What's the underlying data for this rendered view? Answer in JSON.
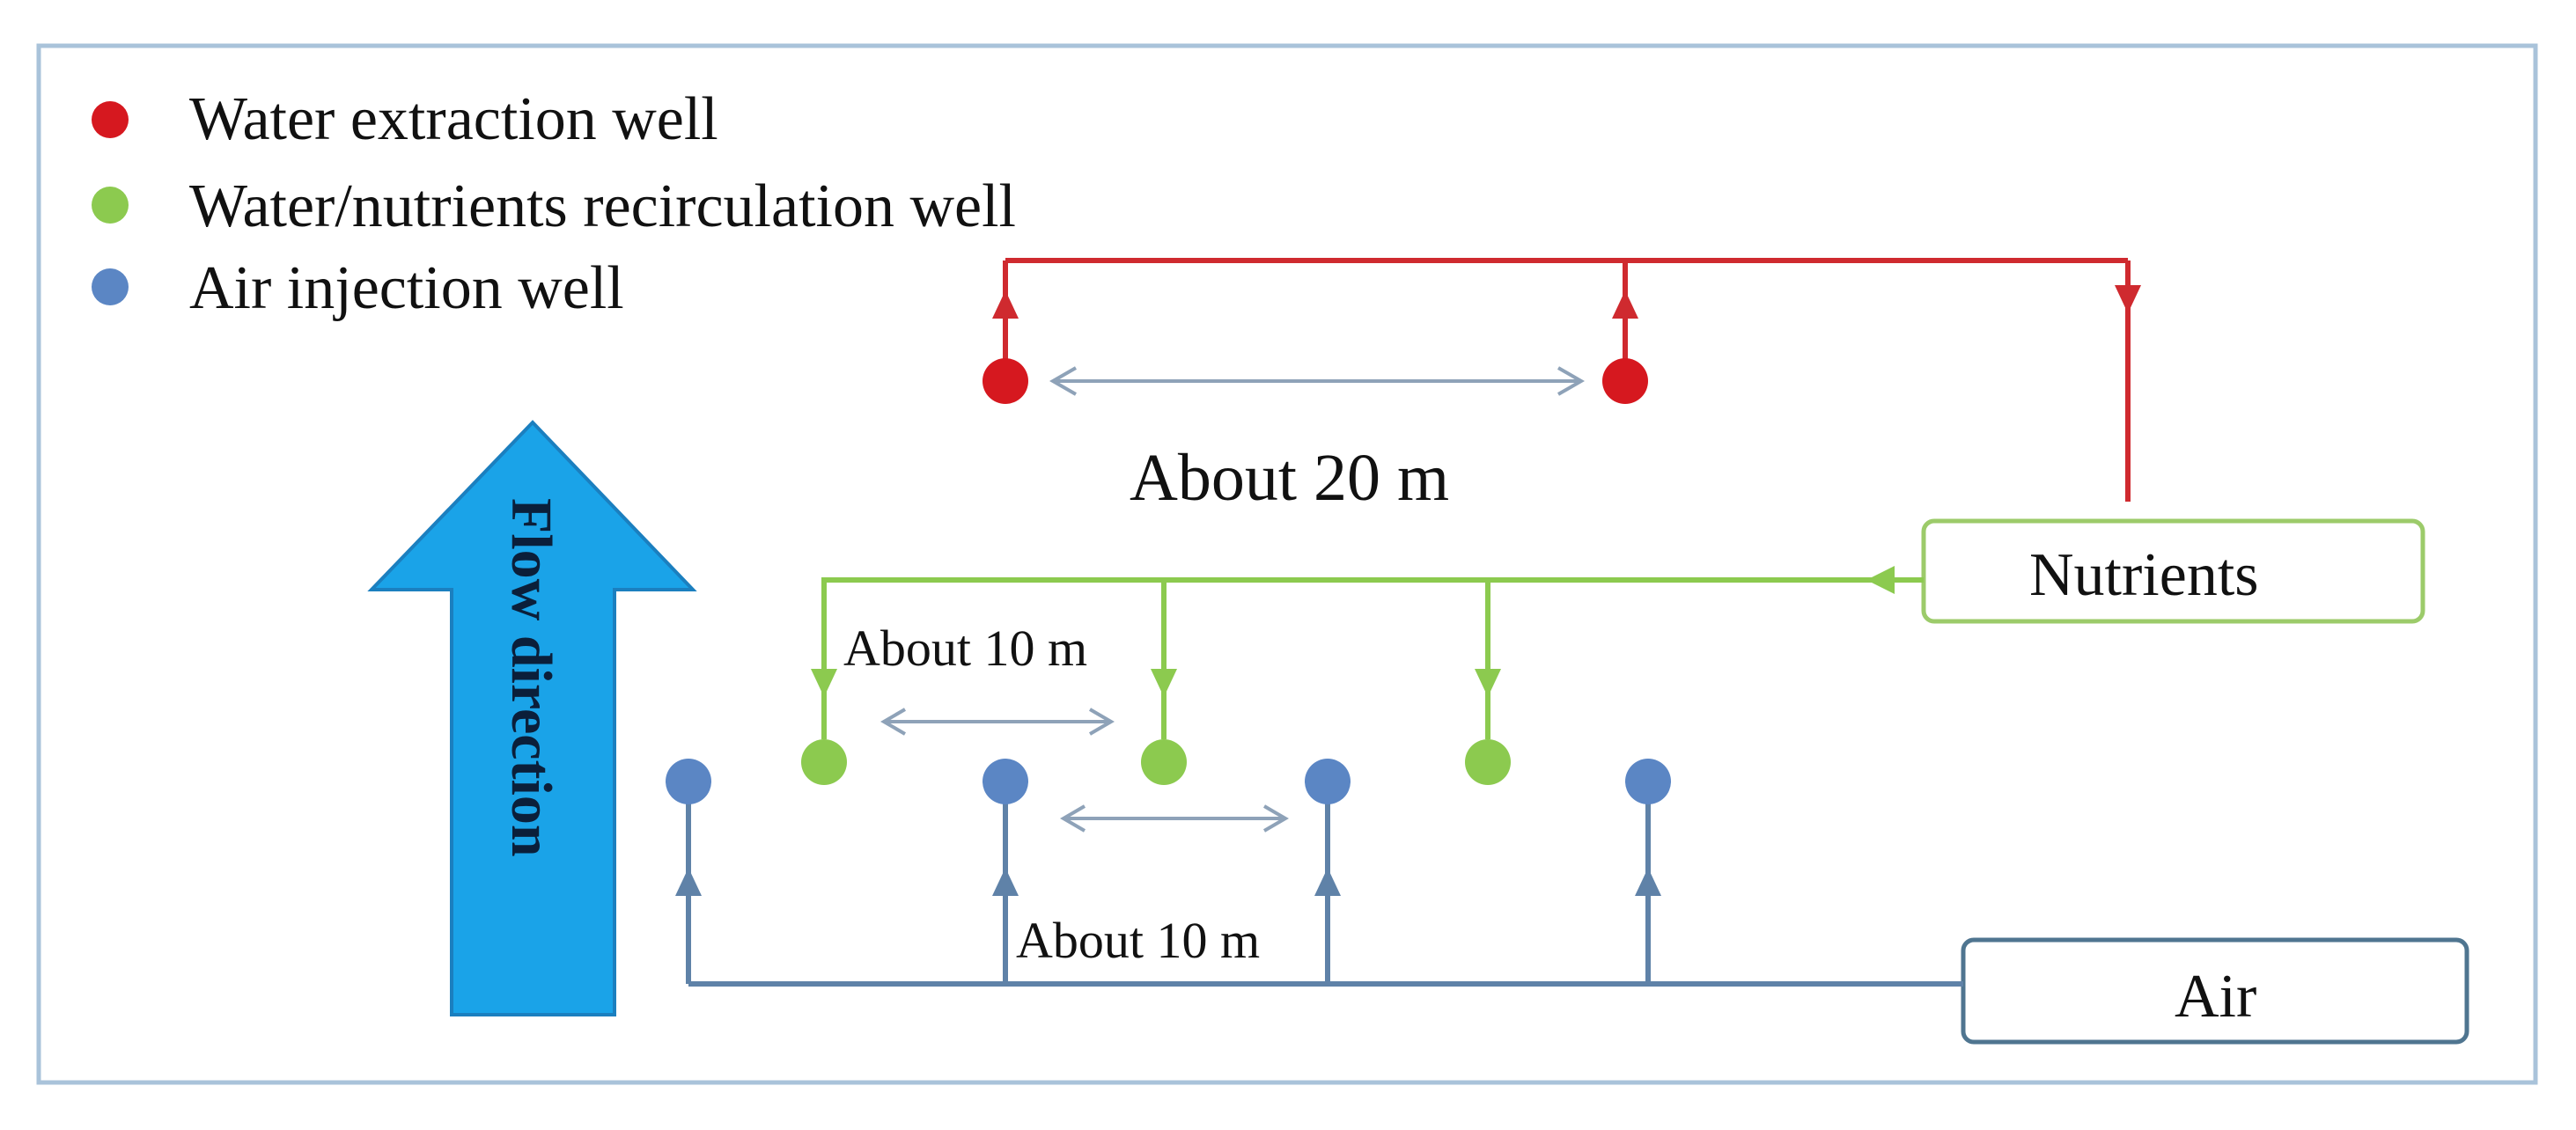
{
  "legend": {
    "items": [
      {
        "label": "Water extraction well",
        "color": "#d6181f"
      },
      {
        "label": "Water/nutrients recirculation well",
        "color": "#8cca4f"
      },
      {
        "label": "Air injection well",
        "color": "#5b86c4"
      }
    ]
  },
  "flow": {
    "label": "Flow direction",
    "color": "#1aa3e8"
  },
  "distances": {
    "extraction_spacing": "About 20 m",
    "recirculation_spacing": "About 10 m",
    "air_spacing": "About 10 m"
  },
  "sources": {
    "nutrients": "Nutrients",
    "air": "Air"
  },
  "colors": {
    "extraction_line": "#cf2a2f",
    "nutrient_line": "#8cca4f",
    "air_line": "#5f82a8",
    "dimension_arrow": "#8ea2b8",
    "frame": "#a9c3da"
  }
}
